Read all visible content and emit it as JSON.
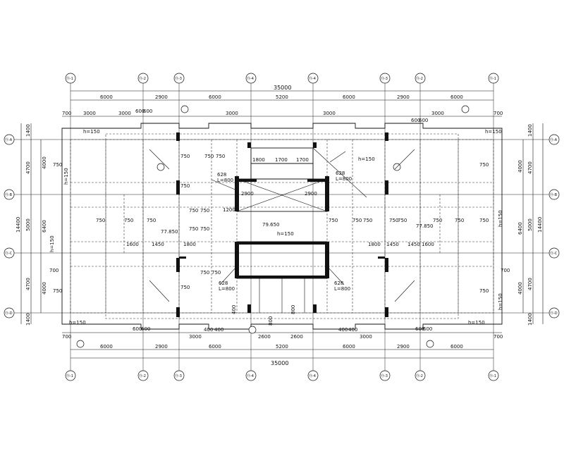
{
  "axis_bubbles": {
    "top": [
      "⑪-1",
      "⑪-2",
      "⑪-3",
      "⑪-4",
      "⑪-4",
      "⑪-3",
      "⑪-2",
      "⑪-1"
    ],
    "left": [
      "⑪-A",
      "⑪-B",
      "⑪-C",
      "⑪-D"
    ],
    "right": [
      "⑪-A",
      "⑪-B",
      "⑪-C",
      "⑪-D"
    ]
  },
  "top_dims": {
    "overall": "35000",
    "spans": [
      "6000",
      "2900",
      "6000",
      "5200",
      "6000",
      "2900",
      "6000"
    ],
    "row2": [
      "700",
      "3000",
      "3000",
      "600",
      "600",
      "3000",
      "3000",
      "600",
      "600",
      "3000",
      "700"
    ]
  },
  "bottom_dims": {
    "overall": "35000",
    "spans": [
      "6000",
      "2900",
      "6000",
      "5200",
      "6000",
      "2900",
      "6000"
    ],
    "row2": [
      "700",
      "600",
      "600",
      "3000",
      "400",
      "400",
      "2600",
      "2600",
      "400",
      "400",
      "3000",
      "600",
      "600",
      "700"
    ]
  },
  "left_dims": {
    "outer": "14400",
    "spans": [
      "1400",
      "4700",
      "5000",
      "4700",
      "1400"
    ],
    "inner": [
      "4000",
      "6400",
      "4000"
    ]
  },
  "right_dims": {
    "outer": "14400",
    "spans": [
      "1400",
      "4700",
      "5000",
      "4700",
      "1400"
    ],
    "inner": [
      "4000",
      "6400",
      "4000"
    ]
  },
  "room_labels": {
    "h150": "h=150",
    "v750": "750",
    "v1600": "1600",
    "v1450": "1450",
    "v1800": "1800",
    "v1700": "1700",
    "v1200": "1200",
    "v2900": "2900",
    "v400": "400",
    "v800": "800",
    "elev1": "77.850",
    "elev2": "79.650",
    "elev3": "77.850",
    "l800": "L=800",
    "v628": "628",
    "v700": "700"
  }
}
